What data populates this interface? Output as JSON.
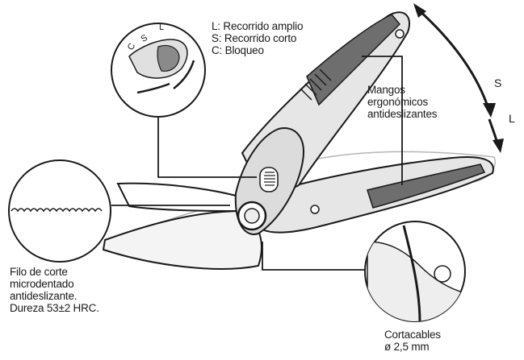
{
  "mode_legend": {
    "items": [
      "L: Recorrido amplio",
      "S: Recorrido corto",
      "C: Bloqueo"
    ]
  },
  "handles_label": {
    "lines": [
      "Mangos",
      "ergonómicos",
      "antideslizantes"
    ]
  },
  "blade_label": {
    "lines": [
      "Filo de corte",
      "microdentado",
      "antideslizante.",
      "Dureza 53±2 HRC."
    ]
  },
  "cable_label": {
    "lines": [
      "Cortacables",
      "ø 2,5 mm"
    ]
  },
  "arc_arrow": {
    "short_letter": "S",
    "long_letter": "L"
  },
  "selector_letters": {
    "c": "C",
    "s": "S",
    "l": "L"
  },
  "colors": {
    "outline": "#1a1a1a",
    "body_light": "#e6e6e6",
    "grip_dark": "#6e6e6e",
    "ghost": "#b5b5b5"
  }
}
